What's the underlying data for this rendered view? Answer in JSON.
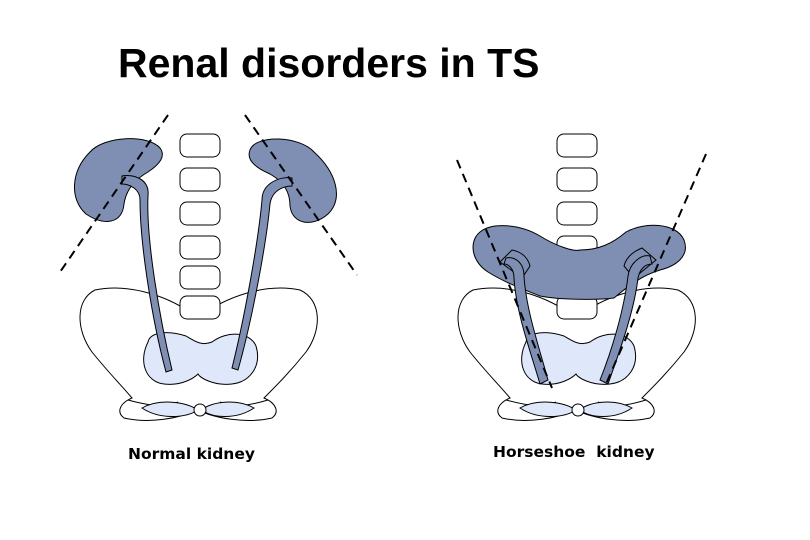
{
  "slide": {
    "title": "Renal disorders in TS",
    "panels": [
      {
        "caption": "Normal kidney"
      },
      {
        "caption": "Horseshoe  kidney"
      }
    ]
  },
  "colors": {
    "kidney_fill": "#7f8fb3",
    "bladder_fill": "#dfe8fa",
    "outline": "#000000",
    "background": "#ffffff"
  }
}
